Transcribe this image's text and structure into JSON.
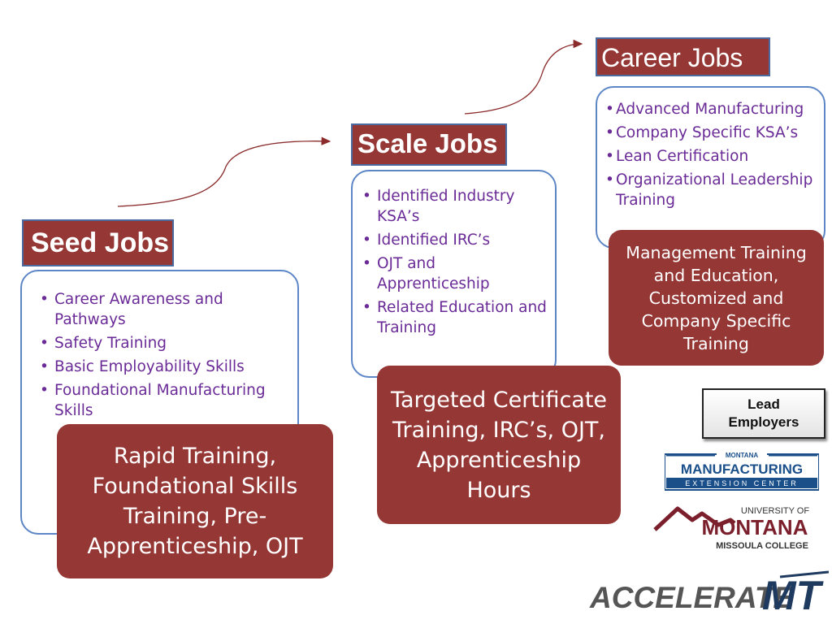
{
  "seed": {
    "title": "Seed Jobs",
    "items": [
      "Career Awareness and Pathways",
      "Safety Training",
      "Basic Employability Skills",
      "Foundational Manufacturing Skills"
    ],
    "summary": "Rapid Training, Foundational Skills Training, Pre-Apprenticeship, OJT"
  },
  "scale": {
    "title": "Scale Jobs",
    "items": [
      "Identified Industry KSA’s",
      "Identified IRC’s",
      "OJT and Apprenticeship",
      "Related Education and Training"
    ],
    "summary": "Targeted Certificate Training, IRC’s, OJT, Apprenticeship Hours"
  },
  "career": {
    "title": "Career Jobs",
    "items": [
      "Advanced Manufacturing",
      "Company Specific KSA’s",
      "Lean Certification",
      "Organizational Leadership Training"
    ],
    "summary": "Management Training and Education, Customized and Company Specific Training"
  },
  "lead": {
    "line1": "Lead",
    "line2": "Employers"
  },
  "logos": {
    "mmec_top": "MONTANA",
    "mmec_main": "MANUFACTURING",
    "mmec_sub": "EXTENSION CENTER",
    "um_top": "UNIVERSITY OF",
    "um_main": "MONTANA",
    "um_sub": "MISSOULA COLLEGE",
    "acc_text": "ACCELERATE",
    "acc_mark": "MT"
  },
  "colors": {
    "maroon": "#953735",
    "panel_border": "#5d86c6",
    "bullet_text": "#6a2b97",
    "arrow": "#8b2b2b"
  }
}
